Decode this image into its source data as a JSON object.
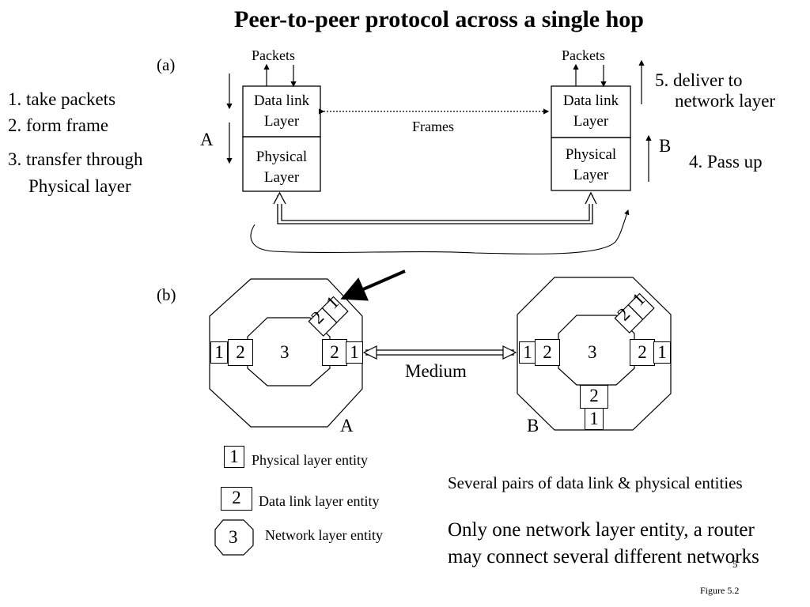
{
  "title": "Peer-to-peer protocol across a single hop",
  "part_a": {
    "label": "(a)",
    "steps_left": [
      "1. take packets",
      "2. form frame",
      "3. transfer through",
      "Physical layer"
    ],
    "steps_right": [
      "5. deliver to",
      "network layer",
      "4. Pass up"
    ],
    "node_a": "A",
    "node_b": "B",
    "packets_left": "Packets",
    "packets_right": "Packets",
    "dl_layer_left": [
      "Data link",
      "Layer"
    ],
    "phy_layer_left": [
      "Physical",
      "Layer"
    ],
    "dl_layer_right": [
      "Data link",
      "Layer"
    ],
    "phy_layer_right": [
      "Physical",
      "Layer"
    ],
    "frames": "Frames"
  },
  "part_b": {
    "label": "(b)",
    "medium": "Medium",
    "node_a": "A",
    "node_b": "B",
    "entity_1": "1",
    "entity_2": "2",
    "entity_3": "3"
  },
  "legend": {
    "physical": "Physical layer entity",
    "datalink": "Data link layer entity",
    "network": "Network layer entity",
    "sym_1": "1",
    "sym_2": "2",
    "sym_3": "3"
  },
  "notes": {
    "several_pairs": "Several pairs of data link & physical entities",
    "only_one_1": "Only one network layer entity, a router",
    "only_one_2": "may connect several different networks",
    "stray": "5"
  },
  "figure": "Figure 5.2"
}
